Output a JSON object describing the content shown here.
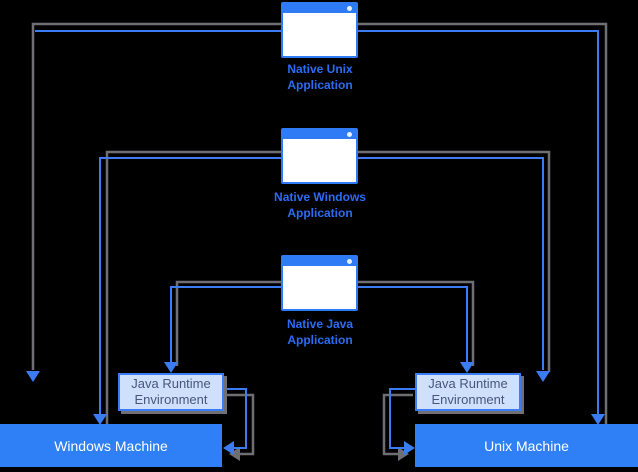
{
  "colors": {
    "background": "#000000",
    "accent_blue": "#2E7BF5",
    "machine_bar_blue": "#2F80F7",
    "jre_fill_light_blue": "#CFE0FD",
    "jre_border_blue": "#3A7DF6",
    "jre_text": "#47567A",
    "app_label_blue": "#2B6CF5",
    "connector_blue": "#3B7BF3",
    "connector_gray": "#6E6E74",
    "machine_text": "#FFFFFF"
  },
  "diagram": {
    "applications": [
      {
        "label": "Native Unix Application"
      },
      {
        "label": "Native Windows Application"
      },
      {
        "label": "Native Java Application"
      }
    ],
    "jre_boxes": [
      {
        "label": "Java Runtime Environment"
      },
      {
        "label": "Java Runtime Environment"
      }
    ],
    "machines": [
      {
        "label": "Windows Machine"
      },
      {
        "label": "Unix Machine"
      }
    ]
  }
}
